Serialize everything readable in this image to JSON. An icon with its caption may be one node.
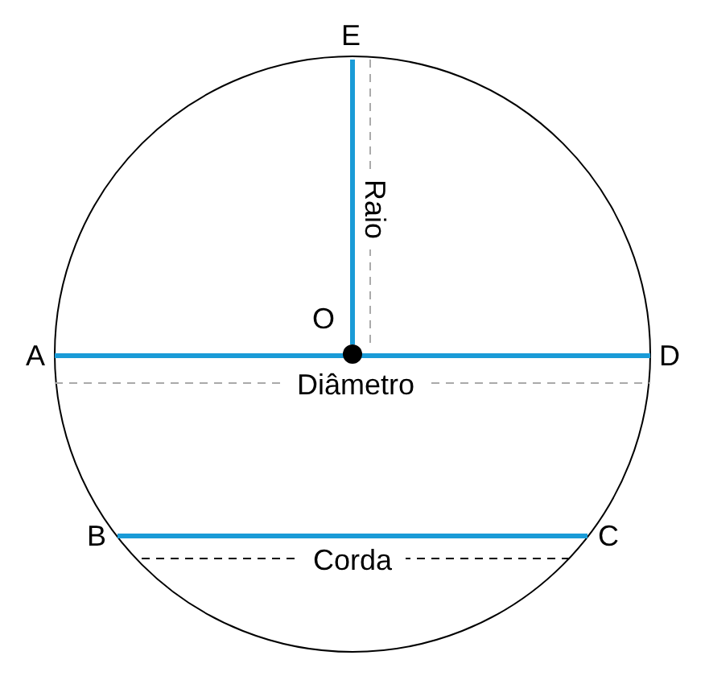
{
  "diagram": {
    "nodes": [
      {
        "text": [
          "E"
        ]
      },
      {
        "text": [
          "A"
        ]
      },
      {
        "text": [
          "D"
        ]
      },
      {
        "text": [
          "B"
        ]
      },
      {
        "text": [
          "C"
        ]
      },
      {
        "text": [],
        "shape": "circle",
        "beside": [
          "O"
        ]
      }
    ],
    "edges": [
      {
        "from": 1,
        "to": 2,
        "arrow": "none"
      },
      {
        "from": 5,
        "to": 0,
        "arrow": "none"
      },
      {
        "from": 3,
        "to": 4,
        "arrow": "none"
      }
    ],
    "labels": [
      "Raio",
      "Diâmetro",
      "Corda"
    ]
  }
}
